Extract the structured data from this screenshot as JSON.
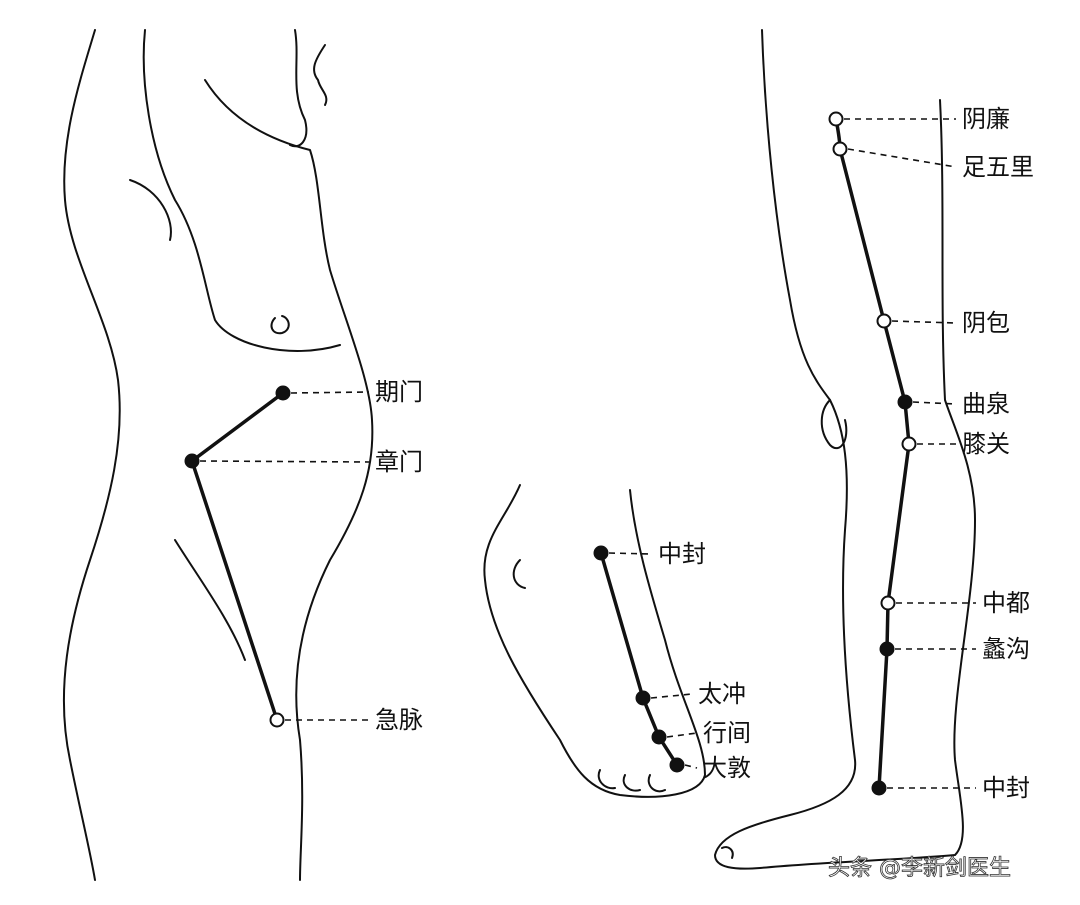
{
  "figures": {
    "torso": {
      "points": [
        {
          "name": "期门",
          "filled": true
        },
        {
          "name": "章门",
          "filled": true
        },
        {
          "name": "急脉",
          "filled": false
        }
      ]
    },
    "foot": {
      "points": [
        {
          "name": "中封",
          "filled": true
        },
        {
          "name": "太冲",
          "filled": true
        },
        {
          "name": "行间",
          "filled": true
        },
        {
          "name": "大敦",
          "filled": true
        }
      ]
    },
    "leg": {
      "points": [
        {
          "name": "阴廉",
          "filled": false
        },
        {
          "name": "足五里",
          "filled": false
        },
        {
          "name": "阴包",
          "filled": false
        },
        {
          "name": "曲泉",
          "filled": true
        },
        {
          "name": "膝关",
          "filled": false
        },
        {
          "name": "中都",
          "filled": false
        },
        {
          "name": "蠡沟",
          "filled": true
        },
        {
          "name": "中封",
          "filled": true
        }
      ]
    }
  },
  "watermark": "头条 @李新剑医生",
  "colors": {
    "ink": "#111111",
    "background": "#ffffff"
  }
}
